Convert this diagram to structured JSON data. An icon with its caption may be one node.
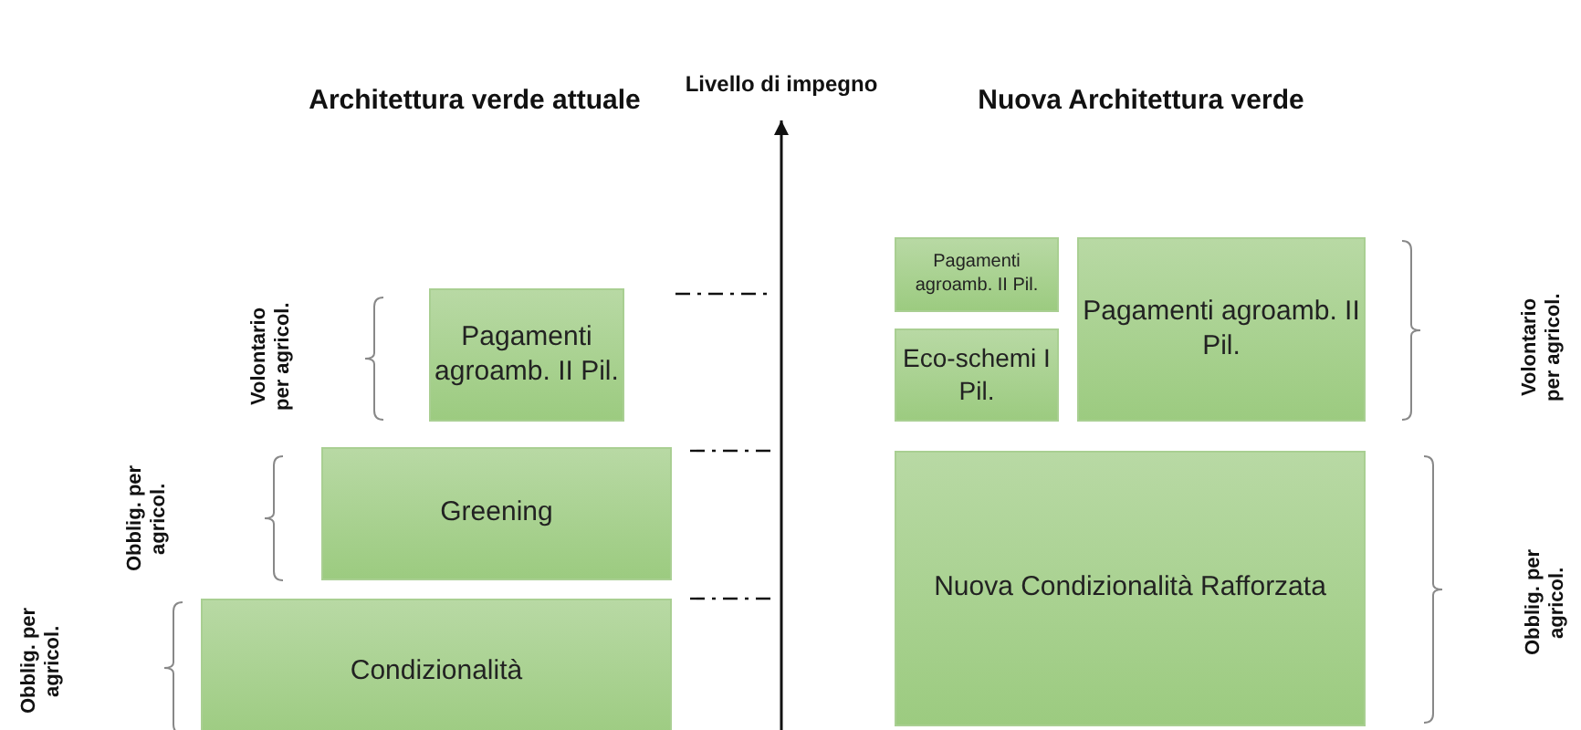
{
  "diagram": {
    "nodes": [
      {
        "text": [
          "Pagamenti agroamb. II Pil."
        ]
      },
      {
        "text": [
          "Greening"
        ]
      },
      {
        "text": [
          "Condizionalità"
        ]
      },
      {
        "text": [
          "Pagamenti agroamb. II Pil."
        ]
      },
      {
        "text": [
          "Eco-schemi I Pil."
        ]
      },
      {
        "text": [
          "Pagamenti agroamb. II Pil."
        ]
      },
      {
        "text": [
          "Nuova Condizionalità Rafforzata"
        ]
      }
    ],
    "labels": [
      "Livello di impegno",
      "Architettura verde attuale",
      "Nuova Architettura verde",
      "Volontario per agricol.",
      "Obblig. per agricol.",
      "Obblig. per agricol.",
      "Volontario per agricol.",
      "Obblig. per agricol."
    ]
  }
}
